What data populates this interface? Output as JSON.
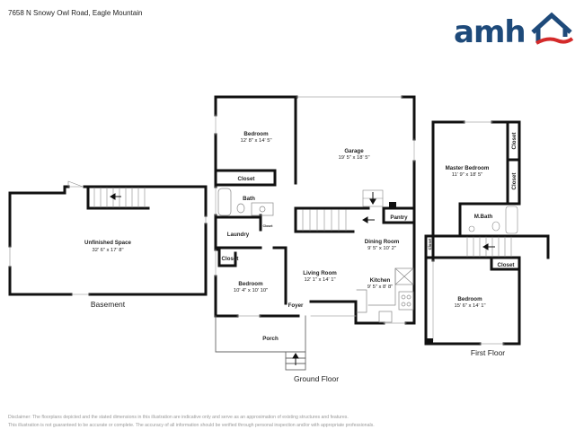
{
  "header": {
    "address": "7658 N Snowy Owl Road, Eagle Mountain",
    "logo_text": "amh",
    "logo_colors": {
      "primary": "#1e4a7a",
      "accent": "#d42a2a"
    }
  },
  "floors": {
    "basement": {
      "label": "Basement",
      "rooms": [
        {
          "name": "Unfinished Space",
          "dimensions": "32' 6\" x 17' 8\""
        }
      ]
    },
    "ground": {
      "label": "Ground Floor",
      "rooms": [
        {
          "name": "Bedroom",
          "dimensions": "12' 8\" x 14' 5\""
        },
        {
          "name": "Garage",
          "dimensions": "19' 5\" x 18' 5\""
        },
        {
          "name": "Closet",
          "dimensions": ""
        },
        {
          "name": "Bath",
          "dimensions": ""
        },
        {
          "name": "Closet",
          "dimensions": ""
        },
        {
          "name": "Laundry",
          "dimensions": ""
        },
        {
          "name": "Pantry",
          "dimensions": ""
        },
        {
          "name": "Dining Room",
          "dimensions": "9' 5\" x 10' 2\""
        },
        {
          "name": "Closet",
          "dimensions": ""
        },
        {
          "name": "Living Room",
          "dimensions": "12' 1\" x 14' 1\""
        },
        {
          "name": "Bedroom",
          "dimensions": "10' 4\" x 10' 10\""
        },
        {
          "name": "Kitchen",
          "dimensions": "9' 5\" x 8' 8\""
        },
        {
          "name": "Foyer",
          "dimensions": ""
        },
        {
          "name": "Porch",
          "dimensions": ""
        }
      ]
    },
    "first": {
      "label": "First Floor",
      "rooms": [
        {
          "name": "Master Bedroom",
          "dimensions": "11' 9\" x 18' 5\""
        },
        {
          "name": "Closet",
          "dimensions": ""
        },
        {
          "name": "Closet",
          "dimensions": ""
        },
        {
          "name": "M.Bath",
          "dimensions": ""
        },
        {
          "name": "Closet",
          "dimensions": ""
        },
        {
          "name": "Closet",
          "dimensions": ""
        },
        {
          "name": "Bedroom",
          "dimensions": "15' 6\" x 14' 1\""
        }
      ]
    }
  },
  "disclaimer": {
    "line1": "Disclaimer: The floorplans depicted and the stated dimensions in this illustration are indicative only and serve as an approximation of existing structures and features.",
    "line2": "This illustration is not guaranteed to be accurate or complete. The accuracy of all information should be verified through personal inspection and/or with appropriate professionals."
  }
}
